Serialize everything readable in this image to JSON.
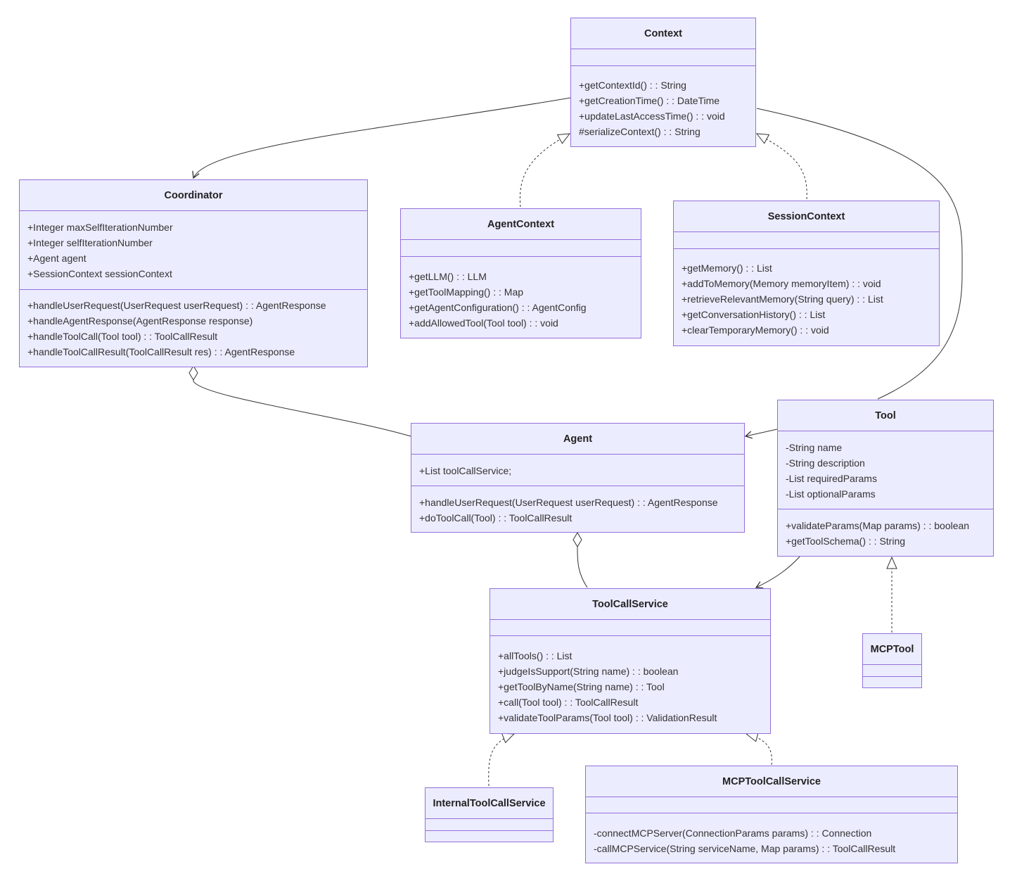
{
  "diagram": {
    "type": "uml-class-diagram",
    "colors": {
      "fill": "#ECECFF",
      "border": "#9370DB",
      "line": "#333333"
    },
    "classes": [
      {
        "id": "context",
        "name": "Context",
        "attributes": [],
        "methods": [
          "+getContextId() : : String",
          "+getCreationTime() : : DateTime",
          "+updateLastAccessTime() : : void",
          "#serializeContext() : : String"
        ]
      },
      {
        "id": "coordinator",
        "name": "Coordinator",
        "attributes": [
          "+Integer maxSelfIterationNumber",
          "+Integer selfIterationNumber",
          "+Agent agent",
          "+SessionContext sessionContext"
        ],
        "methods": [
          "+handleUserRequest(UserRequest userRequest) : : AgentResponse",
          "+handleAgentResponse(AgentResponse response)",
          "+handleToolCall(Tool tool) : : ToolCallResult",
          "+handleToolCallResult(ToolCallResult res) : : AgentResponse"
        ]
      },
      {
        "id": "agentcontext",
        "name": "AgentContext",
        "attributes": [],
        "methods": [
          "+getLLM() : : LLM",
          "+getToolMapping() : : Map",
          "+getAgentConfiguration() : : AgentConfig",
          "+addAllowedTool(Tool tool) : : void"
        ]
      },
      {
        "id": "sessioncontext",
        "name": "SessionContext",
        "attributes": [],
        "methods": [
          "+getMemory() : : List",
          "+addToMemory(Memory memoryItem) : : void",
          "+retrieveRelevantMemory(String query) : : List",
          "+getConversationHistory() : : List",
          "+clearTemporaryMemory() : : void"
        ]
      },
      {
        "id": "agent",
        "name": "Agent",
        "attributes": [
          "+List toolCallService;"
        ],
        "methods": [
          "+handleUserRequest(UserRequest userRequest) : : AgentResponse",
          "+doToolCall(Tool) : : ToolCallResult"
        ]
      },
      {
        "id": "tool",
        "name": "Tool",
        "attributes": [
          "-String name",
          "-String description",
          "-List requiredParams",
          "-List optionalParams"
        ],
        "methods": [
          "+validateParams(Map params) : : boolean",
          "+getToolSchema() : : String"
        ]
      },
      {
        "id": "toolcallservice",
        "name": "ToolCallService",
        "attributes": [],
        "methods": [
          "+allTools() : : List",
          "+judgeIsSupport(String name) : : boolean",
          "+getToolByName(String name) : : Tool",
          "+call(Tool tool) : : ToolCallResult",
          "+validateToolParams(Tool tool) : : ValidationResult"
        ]
      },
      {
        "id": "mcptool",
        "name": "MCPTool",
        "attributes": [],
        "methods": []
      },
      {
        "id": "internaltoolcallservice",
        "name": "InternalToolCallService",
        "attributes": [],
        "methods": []
      },
      {
        "id": "mcptoolcallservice",
        "name": "MCPToolCallService",
        "attributes": [],
        "methods": [
          "-connectMCPServer(ConnectionParams params) : : Connection",
          "-callMCPService(String serviceName, Map params) : : ToolCallResult"
        ]
      }
    ],
    "relations": [
      {
        "from": "context",
        "to": "coordinator",
        "kind": "association"
      },
      {
        "from": "agentcontext",
        "to": "context",
        "kind": "realization"
      },
      {
        "from": "sessioncontext",
        "to": "context",
        "kind": "realization"
      },
      {
        "from": "context",
        "to": "tool",
        "kind": "link"
      },
      {
        "from": "agent",
        "to": "coordinator",
        "kind": "aggregation"
      },
      {
        "from": "tool",
        "to": "agent",
        "kind": "association"
      },
      {
        "from": "toolcallservice",
        "to": "agent",
        "kind": "aggregation"
      },
      {
        "from": "tool",
        "to": "toolcallservice",
        "kind": "association"
      },
      {
        "from": "mcptool",
        "to": "tool",
        "kind": "realization"
      },
      {
        "from": "internaltoolcallservice",
        "to": "toolcallservice",
        "kind": "realization"
      },
      {
        "from": "mcptoolcallservice",
        "to": "toolcallservice",
        "kind": "realization"
      }
    ]
  }
}
